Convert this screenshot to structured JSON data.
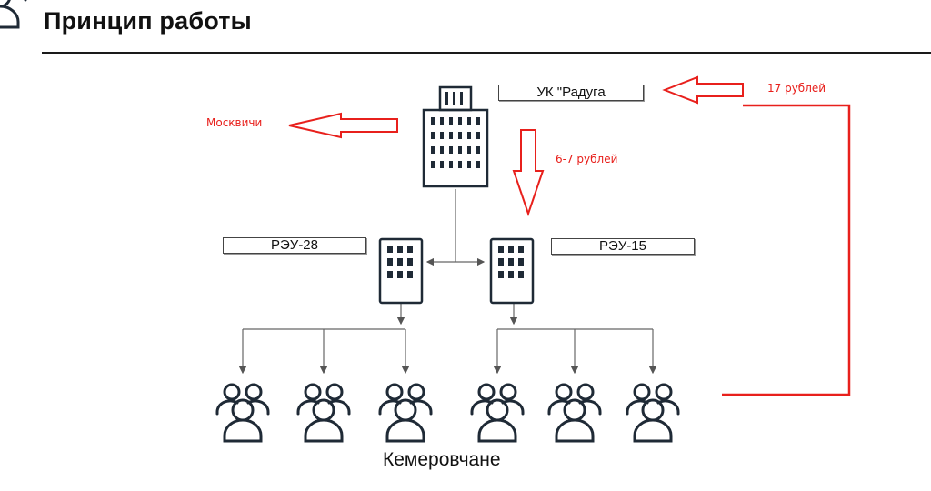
{
  "page": {
    "title": "Принцип работы"
  },
  "diagram": {
    "uk_label": "УК \"Радуга",
    "reu_left_label": "РЭУ-28",
    "reu_right_label": "РЭУ-15",
    "moscow_label": "Москвичи",
    "payment_to_reu": "6-7 рублей",
    "payment_to_uk": "17 рублей",
    "residents_caption": "Кемеровчане"
  },
  "colors": {
    "annotation_red": "#e8201c",
    "icon_dark": "#1f2a36",
    "connector_gray": "#555555"
  }
}
